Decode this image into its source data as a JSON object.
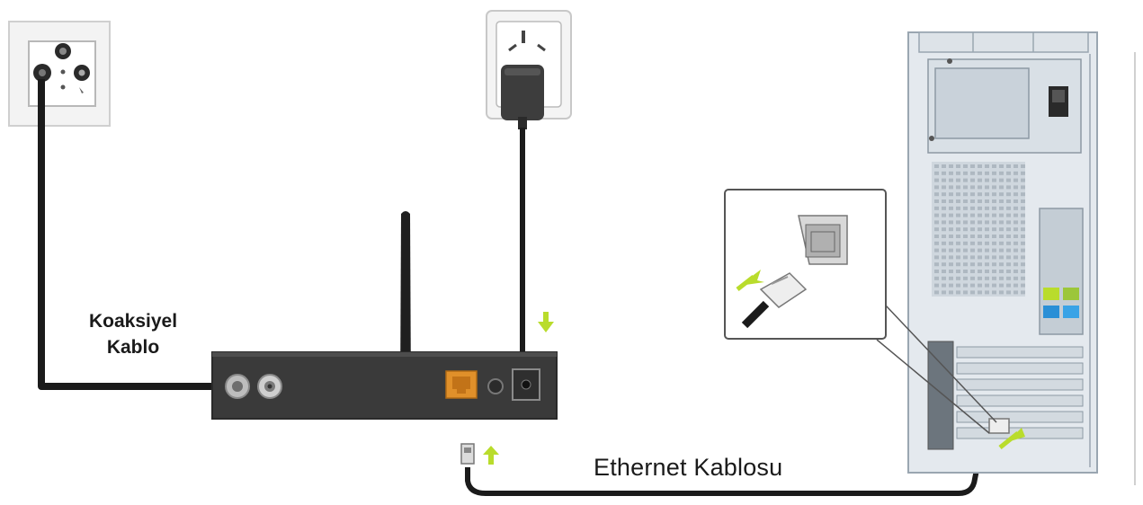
{
  "labels": {
    "coax_cable_line1": "Koaksiyel",
    "coax_cable_line2": "Kablo",
    "ethernet_cable": "Ethernet Kablosu"
  },
  "colors": {
    "cable": "#1b1b1b",
    "modem_body": "#3a3a3a",
    "arrow": "#b9dc2c",
    "ethernet_port": "#e0902a",
    "outlet": "#f2f2f2",
    "tower": "#e4e9ee"
  },
  "icons": [
    "wall-antenna-outlet-icon",
    "power-socket-icon",
    "power-adapter-icon",
    "cable-modem-icon",
    "antenna-icon",
    "computer-tower-icon",
    "ethernet-port-icon",
    "rj45-plug-icon",
    "insert-arrow-icon"
  ]
}
